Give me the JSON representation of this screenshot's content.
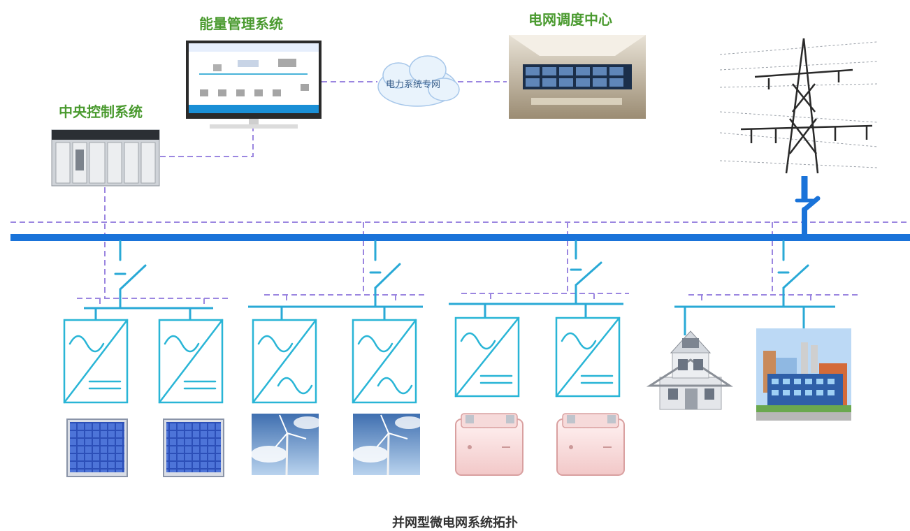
{
  "labels": {
    "energy_management_system": "能量管理系统",
    "grid_dispatch_center": "电网调度中心",
    "central_control_system": "中央控制系统",
    "power_private_network": "电力系统专网",
    "caption": "并网型微电网系统拓扑"
  },
  "colors": {
    "power_bus": "#1a73d9",
    "feeder": "#29a9d6",
    "comm_line": "#9b86e0",
    "label_green": "#4a9a2f",
    "converter": "#29b5d6"
  },
  "icons": {
    "monitor": "monitor-icon",
    "control_room": "control-room-icon",
    "plc": "plc-rack-icon",
    "cloud": "cloud-icon",
    "tower": "transmission-tower-icon",
    "solar": "solar-panel-icon",
    "wind": "wind-turbine-icon",
    "battery": "battery-icon",
    "house": "house-icon",
    "factory": "factory-icon",
    "switch": "breaker-switch-icon",
    "converter": "converter-icon"
  }
}
